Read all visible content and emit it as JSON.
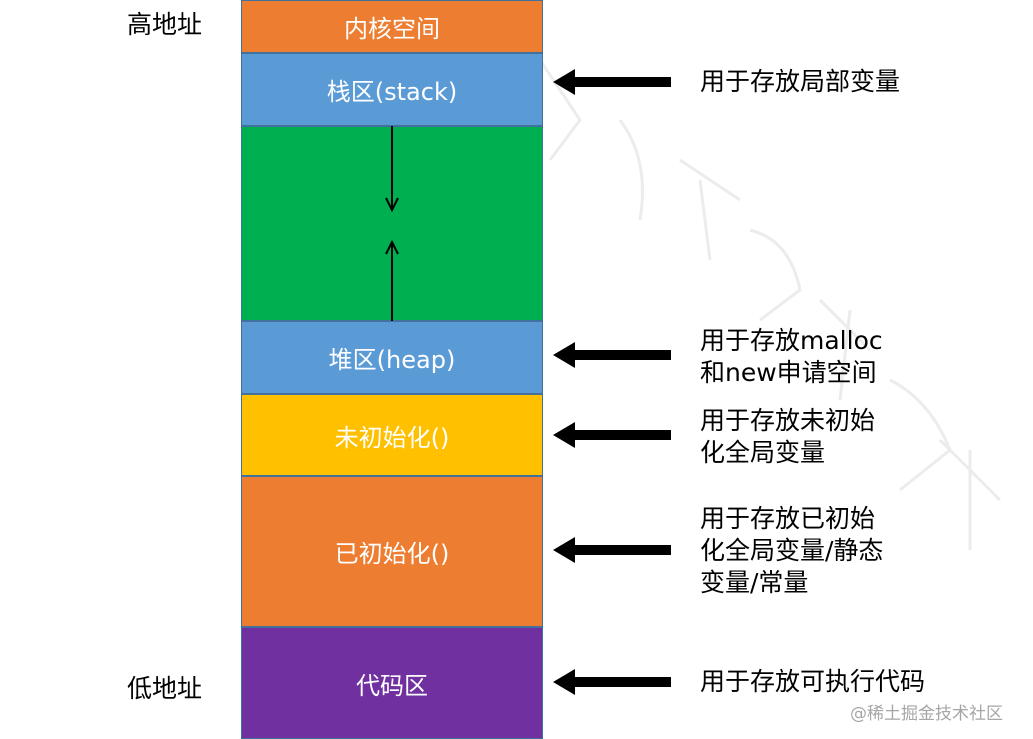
{
  "labels": {
    "high_address": "高地址",
    "low_address": "低地址"
  },
  "segments": [
    {
      "id": "kernel",
      "label": "内核空间",
      "color": "#ed7d31"
    },
    {
      "id": "stack",
      "label": "栈区(stack)",
      "color": "#5b9bd5"
    },
    {
      "id": "free",
      "label": "",
      "color": "#00b050"
    },
    {
      "id": "heap",
      "label": "堆区(heap)",
      "color": "#5b9bd5"
    },
    {
      "id": "bss",
      "label": "未初始化()",
      "color": "#ffc000"
    },
    {
      "id": "data",
      "label": "已初始化()",
      "color": "#ed7d31"
    },
    {
      "id": "code",
      "label": "代码区",
      "color": "#7030a0"
    }
  ],
  "notes": {
    "stack": [
      "用于存放局部变量"
    ],
    "heap": [
      "用于存放malloc",
      "和new申请空间"
    ],
    "bss": [
      "用于存放未初始",
      "化全局变量"
    ],
    "data": [
      "用于存放已初始",
      "化全局变量/静态",
      "变量/常量"
    ],
    "code": [
      "用于存放可执行代码"
    ]
  },
  "watermark": "@稀土掘金技术社区"
}
